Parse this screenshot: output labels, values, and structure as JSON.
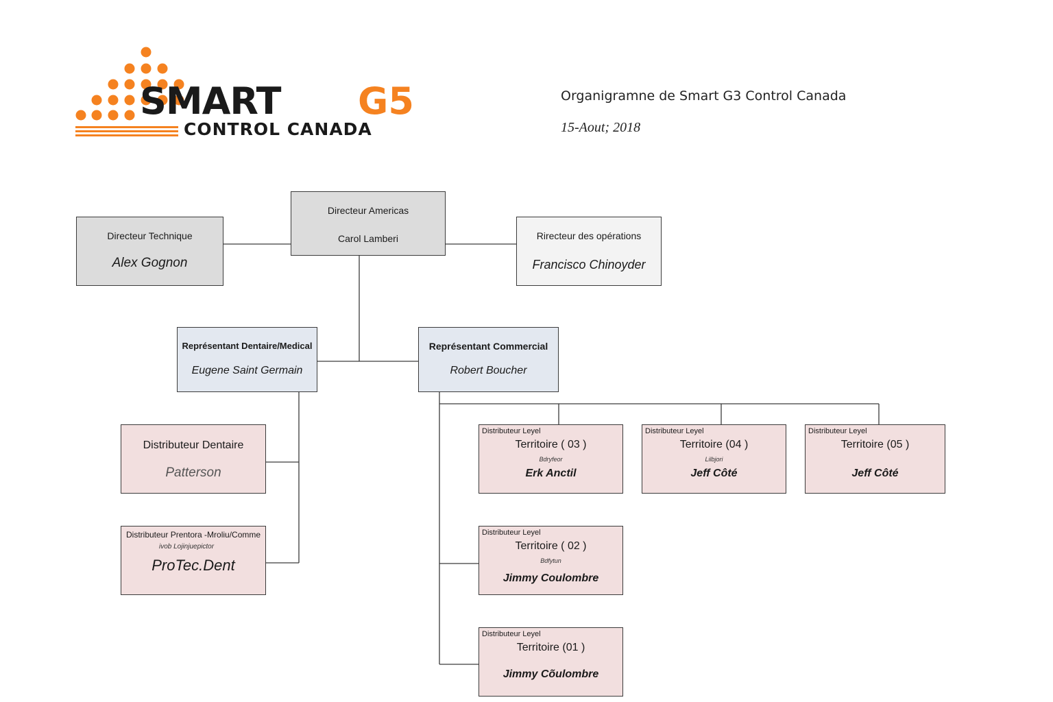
{
  "header": {
    "logo": {
      "word1": "SMART",
      "word2": "G5",
      "line2": "CONTROL CANADA"
    },
    "title": "Organigramne de Smart G3 Control Canada",
    "date": "15-Aout; 2018"
  },
  "colors": {
    "orange": "#f58220",
    "dark": "#1a1a1a",
    "gray_box": "#dcdcdc",
    "blue_box": "#e3e8f0",
    "pink_box": "#f2dfdf",
    "line": "#3a3a3a"
  },
  "org": {
    "director_americas": {
      "role": "Directeur Americas",
      "name": "Carol Lamberi"
    },
    "director_technique": {
      "role": "Directeur Technique",
      "name": "Alex Gognon"
    },
    "director_operations": {
      "role": "Rirecteur des opérations",
      "name": "Francisco Chinoyder"
    },
    "rep_dental": {
      "role": "Représentant Dentaire/Medical",
      "name": "Eugene Saint Germain"
    },
    "rep_commercial": {
      "role": "Représentant Commercial",
      "name": "Robert Boucher"
    },
    "dist_dental": {
      "role": "Distributeur Dentaire",
      "name": "Patterson"
    },
    "dist_protec": {
      "role": "Distributeur Prentora -Mroliu/Comme",
      "sub": "ivob Lojinjuepictor",
      "name": "ProTec.Dent"
    },
    "territories": [
      {
        "level": "Distributeur Leyel",
        "territory": "Territoire ( 03 )",
        "sub": "Bdryfeor",
        "name": "Erk Anctil"
      },
      {
        "level": "Distributeur Leyel",
        "territory": "Territoire (04 )",
        "sub": "Lilbjori",
        "name": "Jeff Côté"
      },
      {
        "level": "Distributeur Leyel",
        "territory": "Territoire (05 )",
        "sub": "",
        "name": "Jeff Côté"
      },
      {
        "level": "Distributeur Leyel",
        "territory": "Territoire ( 02 )",
        "sub": "Bdfytun",
        "name": "Jimmy Coulombre"
      },
      {
        "level": "Distributeur Leyel",
        "territory": "Territoire (01 )",
        "sub": "",
        "name": "Jimmy Cõulombre"
      }
    ]
  }
}
